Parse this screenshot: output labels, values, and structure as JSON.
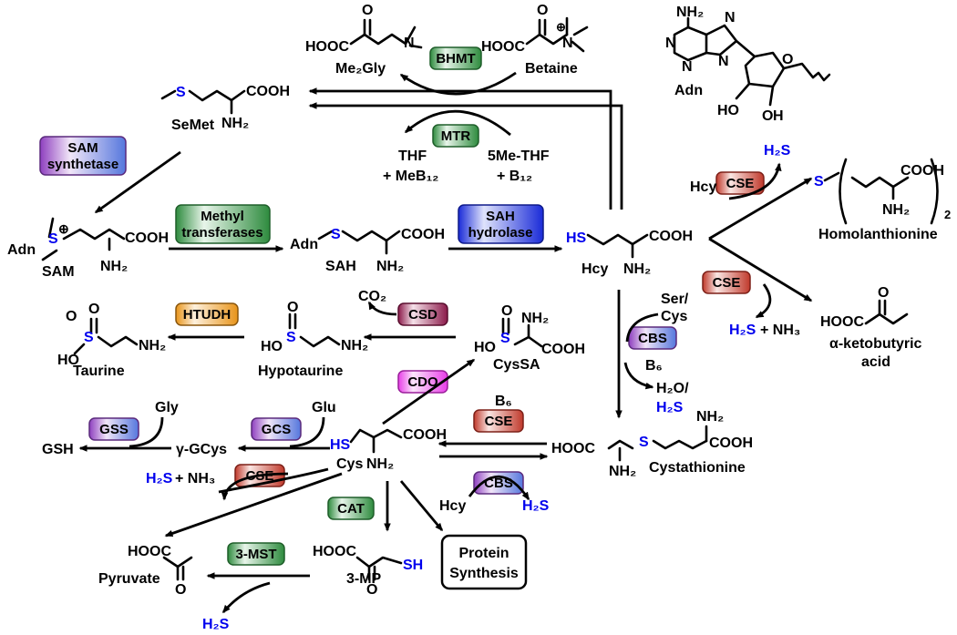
{
  "molecules": {
    "me2gly": "Me₂Gly",
    "betaine": "Betaine",
    "adn": "Adn",
    "semet": "SeMet",
    "sam": "SAM",
    "sah": "SAH",
    "hcy": "Hcy",
    "homolanthionine": "Homolanthionine",
    "ketobutyric_1": "α-ketobutyric",
    "ketobutyric_2": "acid",
    "taurine": "Taurine",
    "hypotaurine": "Hypotaurine",
    "cyssa": "CysSA",
    "cys": "Cys",
    "cystathionine": "Cystathionine",
    "pyruvate": "Pyruvate",
    "mp3": "3-MP",
    "gsh": "GSH",
    "ggcys": "γ-GCys"
  },
  "cofactors": {
    "thf": "THF",
    "mebl2": "+ MeB₁₂",
    "methf": "5Me-THF",
    "bl2": "+ B₁₂",
    "co2": "CO₂",
    "gly": "Gly",
    "glu": "Glu",
    "ser_cys_1": "Ser/",
    "ser_cys_2": "Cys",
    "b6_upper": "B₆",
    "b6_lower": "B₆",
    "h2o": "H₂O/",
    "hcy_cbs": "Hcy",
    "hcy_cse": "Hcy",
    "nh3_1": "+ NH₃",
    "nh3_2": "+ NH₃"
  },
  "h2s_labels": {
    "homolan": "H₂S",
    "keto": "H₂S",
    "cbs": "H₂S",
    "cbs_lower": "H₂S",
    "cys_cse": "H₂S",
    "mst": "H₂S"
  },
  "protein_synthesis": [
    "Protein",
    "Synthesis"
  ],
  "enzymes": {
    "bhmt": "BHMT",
    "mtr": "MTR",
    "sam_syn_1": "SAM",
    "sam_syn_2": "synthetase",
    "mt_1": "Methyl",
    "mt_2": "transferases",
    "sahh_1": "SAH",
    "sahh_2": "hydrolase",
    "cse_1": "CSE",
    "cse_2": "CSE",
    "cse_3": "CSE",
    "cse_4": "CSE",
    "cbs_1": "CBS",
    "cbs_2": "CBS",
    "htudh": "HTUDH",
    "csd": "CSD",
    "cdo": "CDO",
    "gss": "GSS",
    "gcs": "GCS",
    "cat": "CAT",
    "mst": "3-MST"
  },
  "atoms": {
    "cooh": "COOH",
    "hooc": "HOOC",
    "nh2": "NH₂",
    "ho": "HO",
    "n": "N",
    "s": "S",
    "hs": "HS",
    "sh": "SH",
    "o": "O",
    "plus": "⊕",
    "sub2": "2"
  },
  "colors": {
    "green": "#2e8b3e",
    "red": "#c0392b",
    "purple": "#8e3fbf",
    "blue": "#1a2bd8",
    "orange": "#e89419",
    "maroon": "#8b1a4a",
    "magenta": "#e83ee8",
    "sulfur": "#0000ee"
  }
}
